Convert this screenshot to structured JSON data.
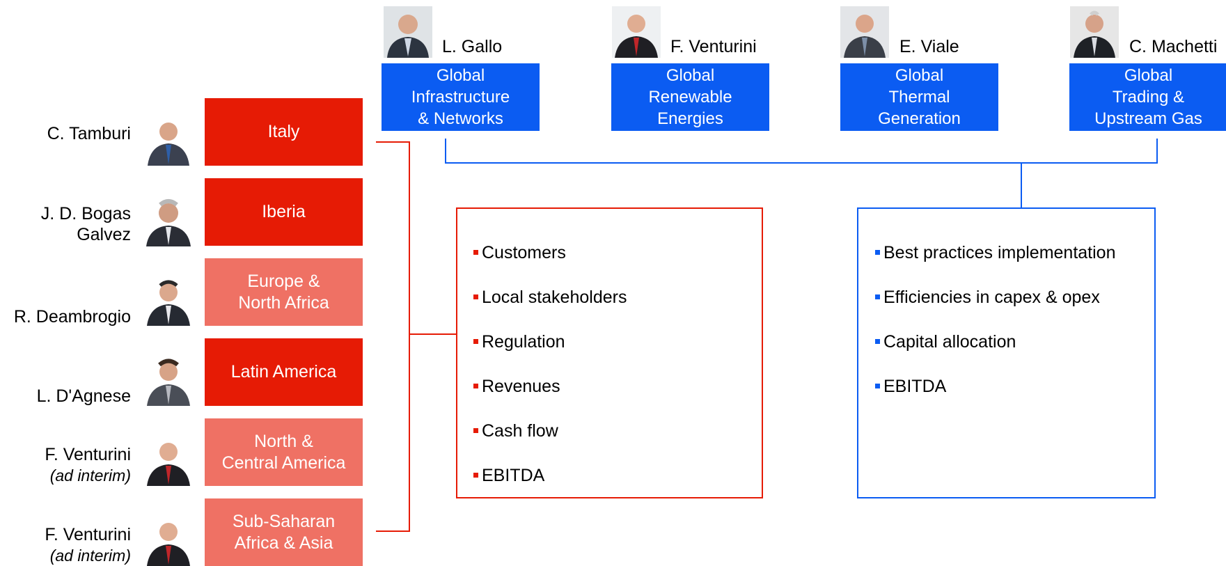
{
  "global_lines": [
    {
      "name": "L. Gallo",
      "function": [
        "Global",
        "Infrastructure",
        "& Networks"
      ]
    },
    {
      "name": "F. Venturini",
      "function": [
        "Global",
        "Renewable",
        "Energies"
      ]
    },
    {
      "name": "E. Viale",
      "function": [
        "Global",
        "Thermal",
        "Generation"
      ]
    },
    {
      "name": "C. Machetti",
      "function": [
        "Global",
        "Trading &",
        "Upstream Gas"
      ]
    }
  ],
  "regions": [
    {
      "name": "C. Tamburi",
      "note": "",
      "label": [
        "Italy"
      ],
      "color": "#e61b05"
    },
    {
      "name": "J. D. Bogas",
      "name2": "Galvez",
      "note": "",
      "label": [
        "Iberia"
      ],
      "color": "#e61b05"
    },
    {
      "name": "R. Deambrogio",
      "note": "",
      "label": [
        "Europe &",
        "North Africa"
      ],
      "color": "#ef7164"
    },
    {
      "name": "L. D'Agnese",
      "note": "",
      "label": [
        "Latin America"
      ],
      "color": "#e61b05"
    },
    {
      "name": "F. Venturini",
      "note": "(ad interim)",
      "label": [
        "North &",
        "Central America"
      ],
      "color": "#ef7164"
    },
    {
      "name": "F. Venturini",
      "note": "(ad interim)",
      "label": [
        "Sub-Saharan",
        "Africa & Asia"
      ],
      "color": "#ef7164"
    }
  ],
  "country_kpis": [
    "Customers",
    "Local stakeholders",
    "Regulation",
    "Revenues",
    "Cash flow",
    "EBITDA"
  ],
  "global_kpis": [
    "Best practices implementation",
    "Efficiencies in capex & opex",
    "Capital allocation",
    "EBITDA"
  ],
  "colors": {
    "red": "#e61b05",
    "light_red": "#ef7164",
    "blue": "#0b5cf2"
  }
}
